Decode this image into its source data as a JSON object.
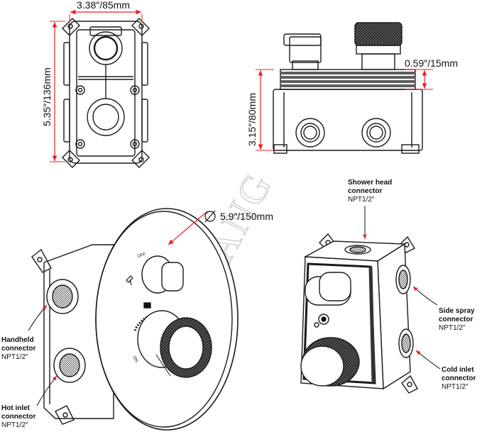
{
  "dimensions": {
    "width": "3.38″/85mm",
    "height": "5.35″/136mm",
    "depth": "3.15″/80mm",
    "trim_offset": "0.59″/15mm",
    "plate_diameter": "5.9″/150mm"
  },
  "connectors": {
    "shower_head": {
      "name_line1": "Shower head",
      "name_line2": "connector",
      "thread": "NPT1/2″"
    },
    "handheld": {
      "name_line1": "Handheld",
      "name_line2": "connector",
      "thread": "NPT1/2″"
    },
    "hot_inlet": {
      "name_line1": "Hot inlet",
      "name_line2": "connector",
      "thread": "NPT1/2″"
    },
    "side_spray": {
      "name_line1": "Side spray",
      "name_line2": "connector",
      "thread": "NPT1/2″"
    },
    "cold_inlet": {
      "name_line1": "Cold inlet",
      "name_line2": "connector",
      "thread": "NPT1/2″"
    }
  },
  "plate_markings": {
    "off": "OFF",
    "on": "ON"
  },
  "watermark": "FULLIWANG",
  "colors": {
    "dimension_line": "#e8202a",
    "line_art": "#1a1a1a",
    "watermark": "#c9c9c9"
  }
}
